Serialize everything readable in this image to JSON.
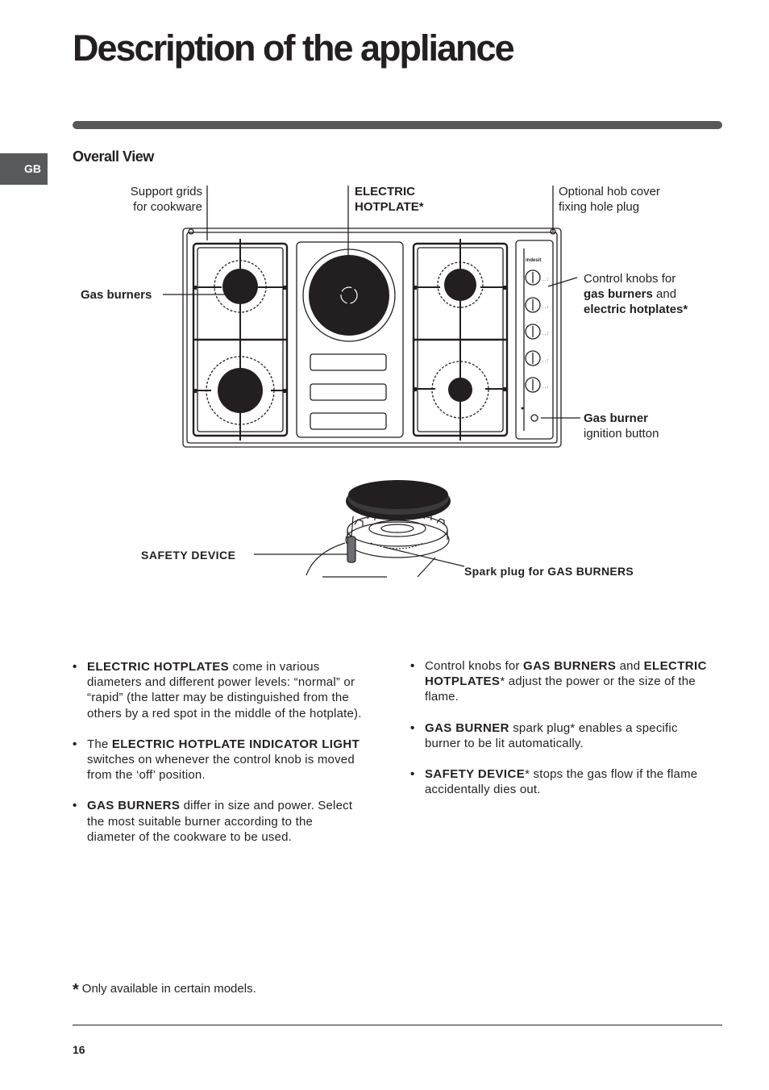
{
  "page": {
    "title": "Description of the appliance",
    "language_tab": "GB",
    "section_title": "Overall View",
    "page_number": "16"
  },
  "diagram": {
    "label_support_grids_1": "Support grids",
    "label_support_grids_2": "for cookware",
    "label_electric_hotplate_1": "ELECTRIC",
    "label_electric_hotplate_2": "HOTPLATE*",
    "label_hob_cover_1": "Optional hob cover",
    "label_hob_cover_2": "fixing hole plug",
    "label_gas_burners": "Gas burners",
    "label_control_knobs_1": "Control knobs for",
    "label_control_knobs_2_bold": "gas burners",
    "label_control_knobs_2_rest": " and",
    "label_control_knobs_3": "electric hotplates*",
    "label_ignition_1": "Gas burner",
    "label_ignition_2": "ignition button",
    "label_safety_device": "SAFETY DEVICE",
    "label_spark_plug": "Spark plug for GAS BURNERS",
    "brand_logo": "indesit",
    "icons": [
      "cooktop-diagram",
      "gas-burner-detail-diagram",
      "control-knob-icon"
    ]
  },
  "bullets_left": [
    {
      "bold": "ELECTRIC HOTPLATES",
      "pre": "",
      "text": " come in various diameters and different power levels: “normal” or “rapid” (the latter may be distinguished from the others by a red spot in the middle of the hotplate)."
    },
    {
      "pre": "The ",
      "bold": "ELECTRIC HOTPLATE INDICATOR LIGHT",
      "text": " switches on whenever the control knob is moved from the ‘off’ position."
    },
    {
      "pre": "",
      "bold": "GAS BURNERS",
      "text": " differ in size and power. Select the most suitable burner according to the diameter of the cookware to be used."
    }
  ],
  "bullets_right": [
    {
      "pre": "Control knobs for ",
      "bold": "GAS BURNERS",
      "mid": " and ",
      "bold2": "ELECTRIC HOTPLATES",
      "text": "* adjust the power or the size of the flame."
    },
    {
      "pre": "",
      "bold": "GAS BURNER",
      "mid": "",
      "bold2": "",
      "text": " spark plug* enables a specific burner to be lit automatically."
    },
    {
      "pre": "",
      "bold": "SAFETY DEVICE",
      "mid": "",
      "bold2": "",
      "text": "* stops the gas flow if the flame accidentally dies out."
    }
  ],
  "footnote": {
    "star": "*",
    "text": "Only available in certain models."
  }
}
